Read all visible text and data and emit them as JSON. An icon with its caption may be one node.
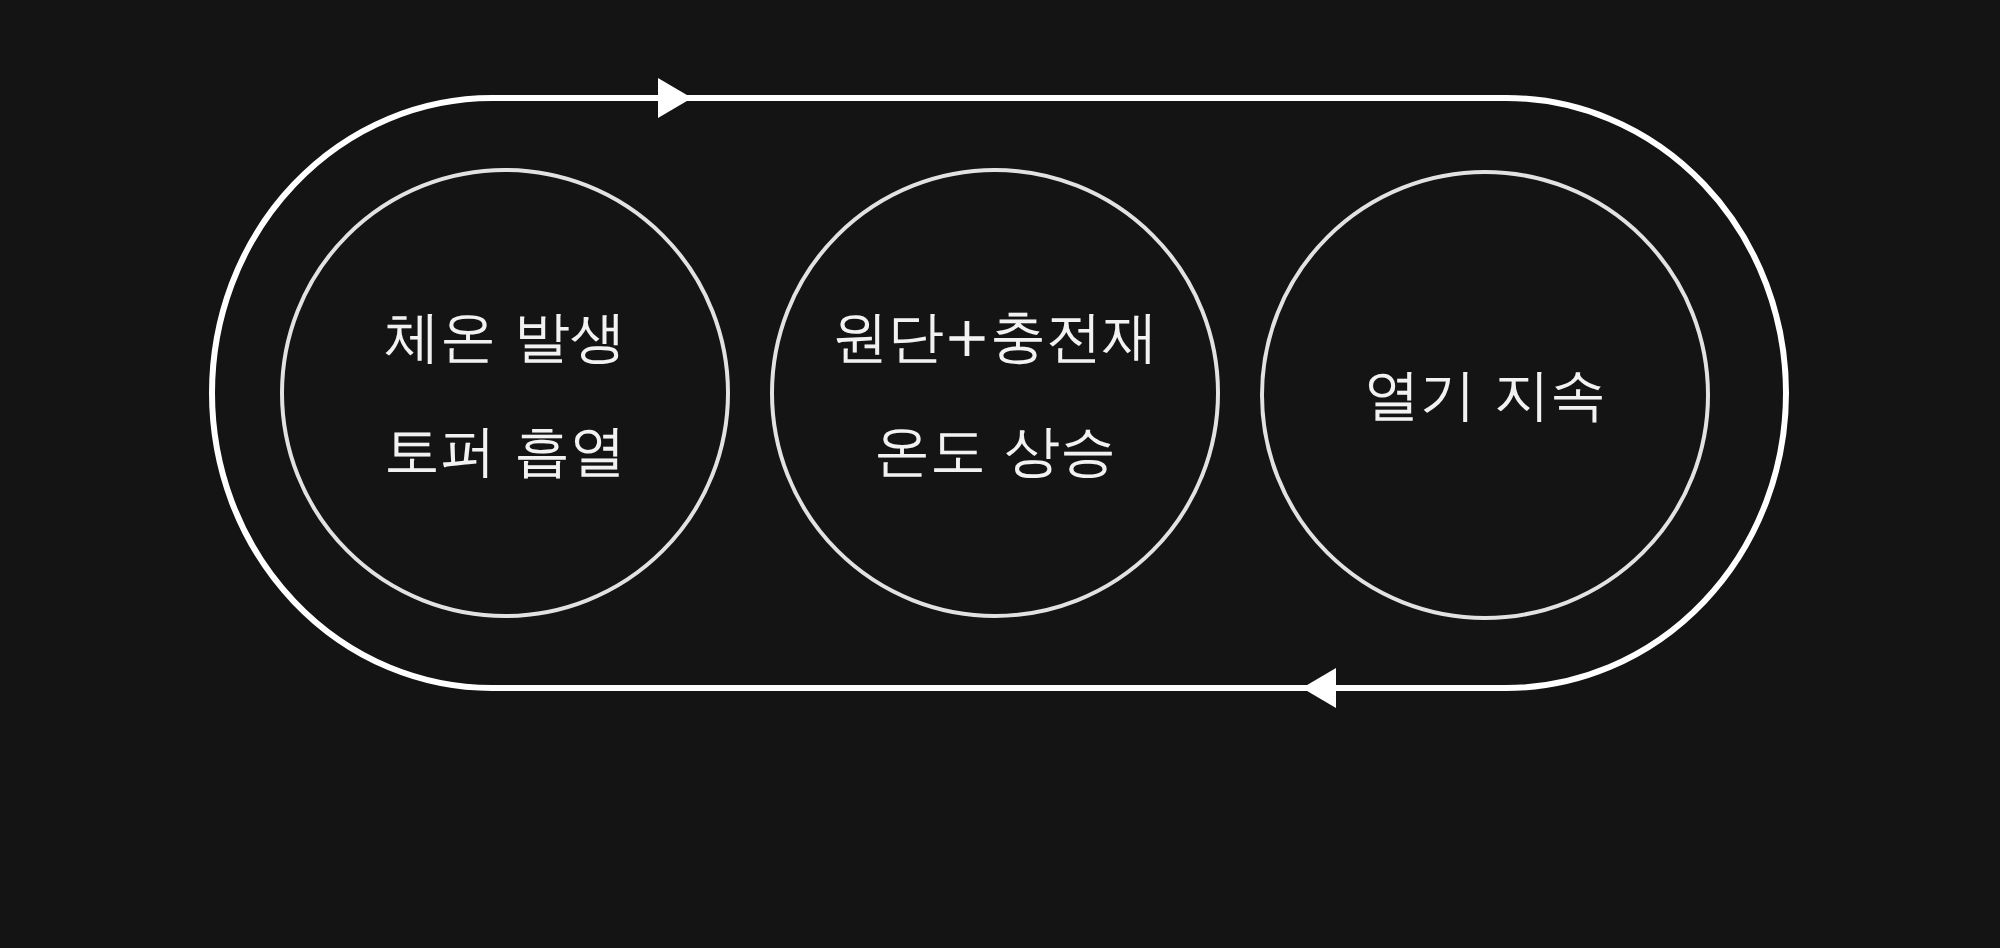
{
  "diagram": {
    "nodes": [
      {
        "text": [
          "체온 발생 토퍼 흡열"
        ]
      },
      {
        "text": [
          "원단+충전재 온도 상승"
        ]
      },
      {
        "text": [
          "열기 지속"
        ]
      }
    ]
  }
}
